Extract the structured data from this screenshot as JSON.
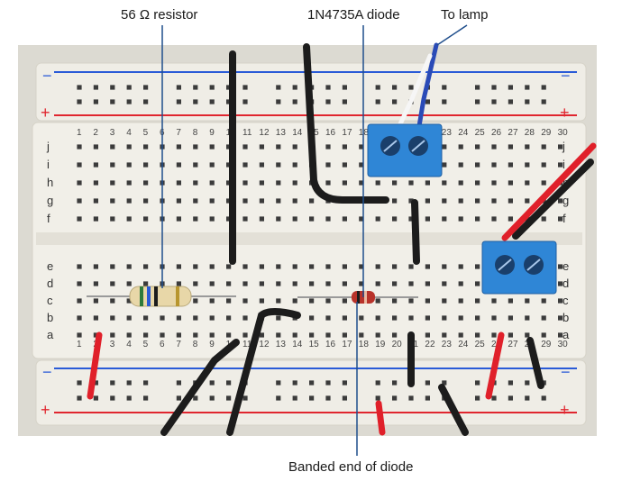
{
  "callouts": {
    "resistor": "56 Ω resistor",
    "diode": "1N4735A diode",
    "lamp": "To lamp",
    "banded_end": "Banded end of diode"
  },
  "rail_marks": {
    "minus": "−",
    "plus": "+"
  },
  "row_letters_top": [
    "j",
    "i",
    "h",
    "g",
    "f"
  ],
  "row_letters_bottom": [
    "e",
    "d",
    "c",
    "b",
    "a"
  ],
  "column_numbers": [
    "1",
    "2",
    "3",
    "4",
    "5",
    "6",
    "7",
    "8",
    "9",
    "10",
    "11",
    "12",
    "13",
    "14",
    "15",
    "16",
    "17",
    "18",
    "19",
    "20",
    "21",
    "22",
    "23",
    "24",
    "25",
    "26",
    "27",
    "28",
    "29",
    "30"
  ],
  "colors": {
    "board": "#efede6",
    "blue_rail": "#2a5bd7",
    "red_rail": "#e0262f",
    "terminal_block": "#2f86d6",
    "wire_black": "#1c1c1c",
    "wire_red": "#e0202a",
    "resistor_body": "#e8d7a8",
    "diode_body": "#b8322a",
    "callout_line": "#1f4e8c"
  }
}
